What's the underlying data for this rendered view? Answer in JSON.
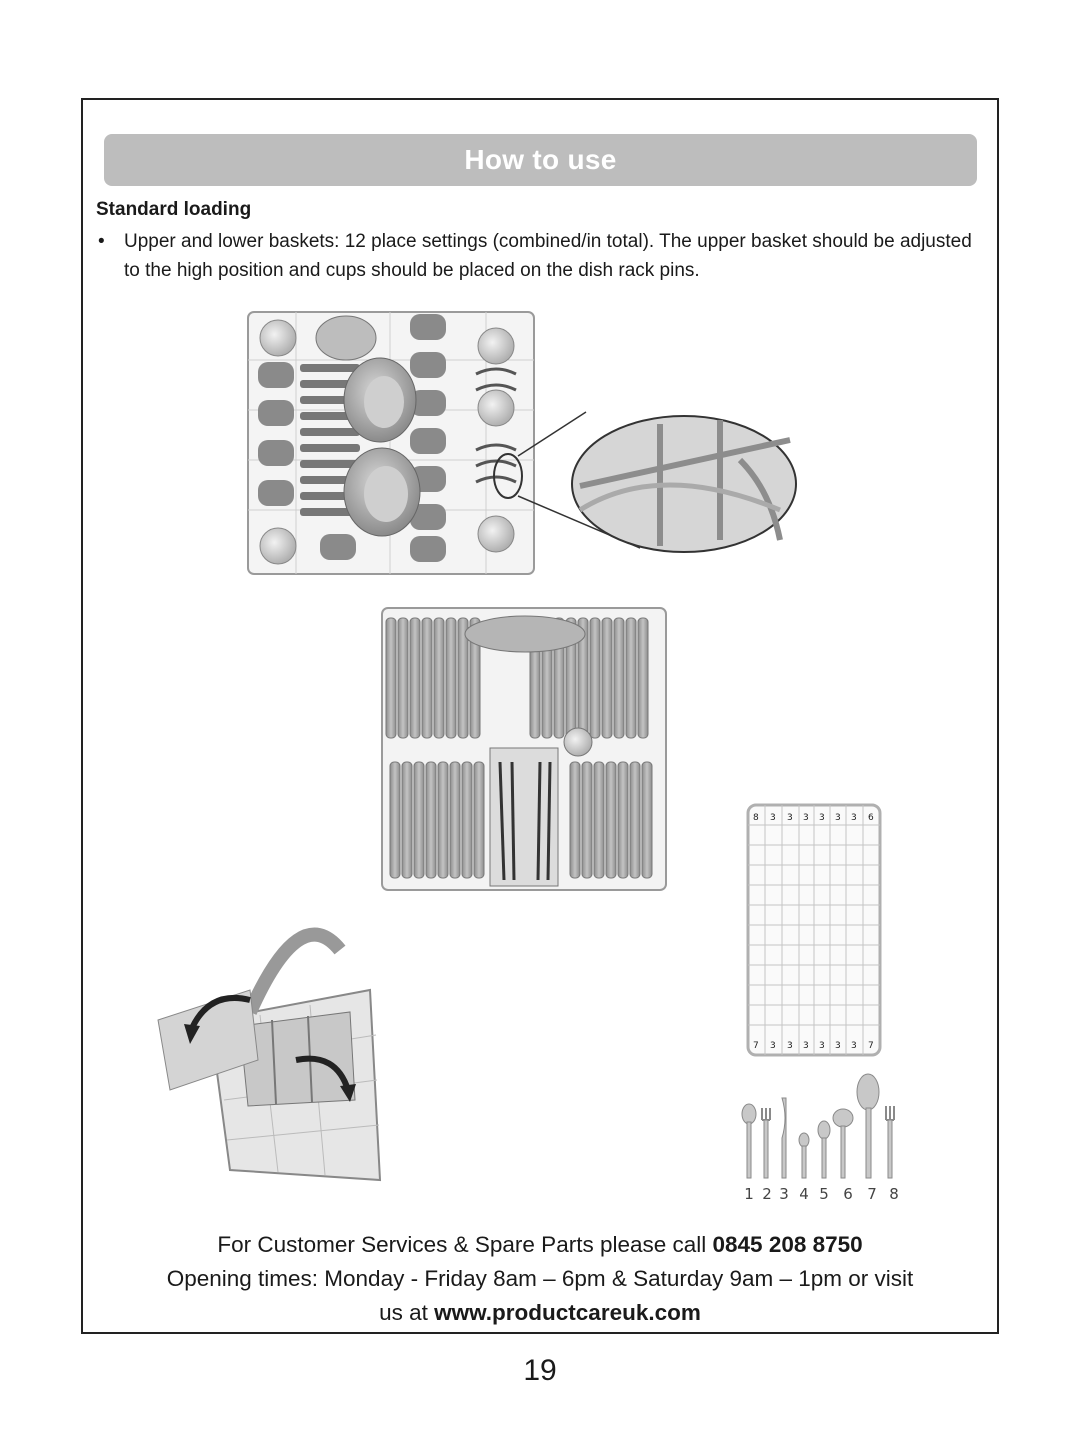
{
  "header": {
    "title": "How to use"
  },
  "section": {
    "title": "Standard loading",
    "bullet_char": "•",
    "bullet_text": "Upper and lower baskets: 12 place settings (combined/in total). The upper basket should be adjusted to the high position and cups should be placed on the dish rack pins."
  },
  "cutlery_rack_numbers": {
    "row1": [
      "8",
      "3",
      "3",
      "3",
      "3",
      "3",
      "3",
      "6"
    ],
    "row_last": [
      "7",
      "3",
      "3",
      "3",
      "3",
      "3",
      "3",
      "7"
    ]
  },
  "cutlery_legend": [
    "1",
    "2",
    "3",
    "4",
    "5",
    "6",
    "7",
    "8"
  ],
  "footer": {
    "line1_text": "For Customer Services & Spare Parts please call ",
    "phone": "0845 208 8750",
    "line2": "Opening times: Monday - Friday  8am – 6pm & Saturday 9am – 1pm or visit",
    "line3_text": "us at ",
    "website": "www.productcareuk.com"
  },
  "page_number": "19"
}
